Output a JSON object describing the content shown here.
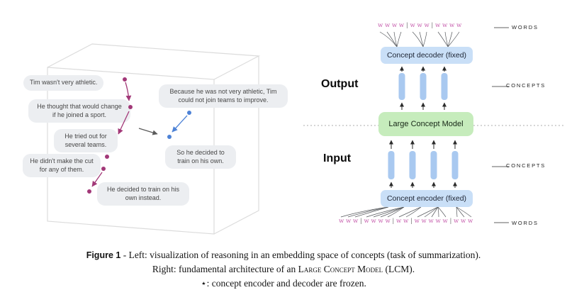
{
  "left_diagram": {
    "bubbles": [
      "Tim wasn't very athletic.",
      "He thought that would change if he joined a sport.",
      "Because he was not very athletic, Tim could not join teams to improve.",
      "He tried out for several teams.",
      "He didn't make the cut for any of them.",
      "So he decided to train on his own.",
      "He decided to train on his own instead."
    ]
  },
  "right_diagram": {
    "output_label": "Output",
    "input_label": "Input",
    "decoder_label": "Concept decoder (fixed)",
    "lcm_label": "Large Concept Model",
    "encoder_label": "Concept encoder (fixed)",
    "words_label": "WORDS",
    "concepts_label": "CONCEPTS",
    "word_separator": "|",
    "top_word_groups": [
      "w w w w",
      "w w w",
      "w w w w"
    ],
    "bottom_word_groups": [
      "w w w",
      "w w w w",
      "w w",
      "w w w w w",
      "w w w"
    ]
  },
  "caption": {
    "figure_label": "Figure 1",
    "line1_rest": " - Left: visualization of reasoning in an embedding space of concepts (task of summarization).",
    "line2_pre": "Right: fundamental architecture of an ",
    "line2_smallcaps": "Large Concept Model",
    "line2_post": " (LCM).",
    "line3": "⋆: concept encoder and decoder are frozen."
  },
  "colors": {
    "bubble_bg": "#eceef1",
    "bubble_text": "#474747",
    "cube_line": "#dcdcdc",
    "magenta": "#a23878",
    "blue_path": "#4d82d6",
    "gray_arrow": "#5a5a5a",
    "box_blue": "#c9dff7",
    "box_green": "#c6ecbc",
    "bar_blue": "#a9c9f0",
    "word_pink": "#c75fae",
    "arrow_dark": "#2b2b2b",
    "dotted_line": "#c8c8c8"
  }
}
